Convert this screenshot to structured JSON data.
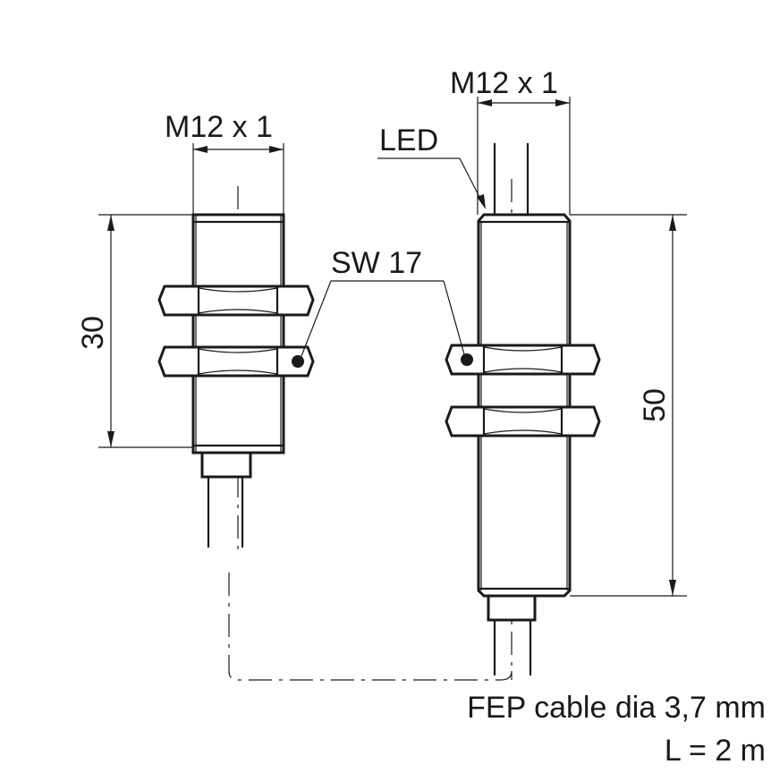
{
  "left_sensor": {
    "thread_label": "M12 x 1",
    "length_label": "30"
  },
  "right_sensor": {
    "thread_label": "M12 x 1",
    "led_label": "LED",
    "length_label": "50"
  },
  "nut_label": "SW 17",
  "cable": {
    "line1": "FEP cable dia 3,7 mm",
    "line2": "L = 2 m"
  }
}
